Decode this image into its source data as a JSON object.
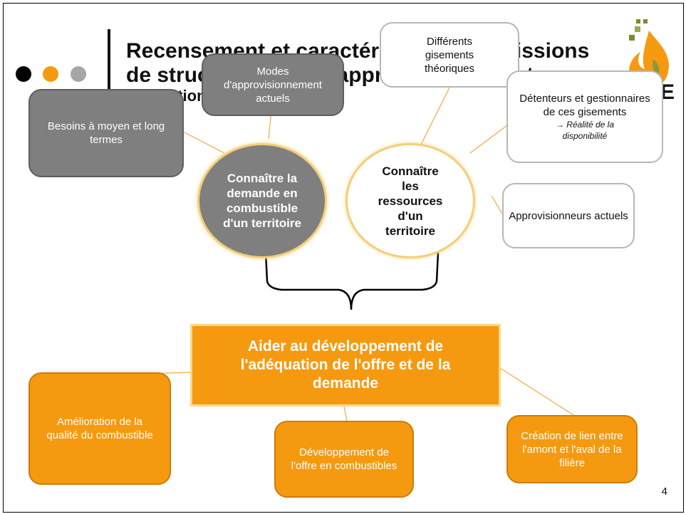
{
  "title": {
    "line1": "Recensement et caractérisation des missions",
    "line2": "de structuration de l'approvisionnement",
    "line3": "ation"
  },
  "logo": {
    "letter": "E"
  },
  "nodes": {
    "modes_actuels": "Modes d'approvisionnement actuels",
    "besoins": "Besoins à moyen et long termes",
    "differents_gisements": "Différents gisements théoriques",
    "detenteurs": {
      "main": "Détenteurs et gestionnaires de ces gisements",
      "note": "→ Réalité de la disponibilité"
    },
    "connaitre_demande": "Connaître la demande en combustible d'un territoire",
    "connaitre_ressources": "Connaître les ressources d'un territoire",
    "approvisionneurs": "Approvisionneurs actuels",
    "aider": "Aider au développement de l'adéquation de l'offre et de la demande",
    "amelioration": "Amélioration de la qualité du combustible",
    "developpement": "Développement de l'offre en combustibles",
    "creation": "Création de lien entre l'amont et l'aval de la filière"
  },
  "page_number": "4",
  "colors": {
    "gray": "#7f7f7f",
    "orange": "#f59a10",
    "dot_black": "#000000",
    "dot_orange": "#f59a10",
    "dot_gray": "#a6a6a6"
  }
}
